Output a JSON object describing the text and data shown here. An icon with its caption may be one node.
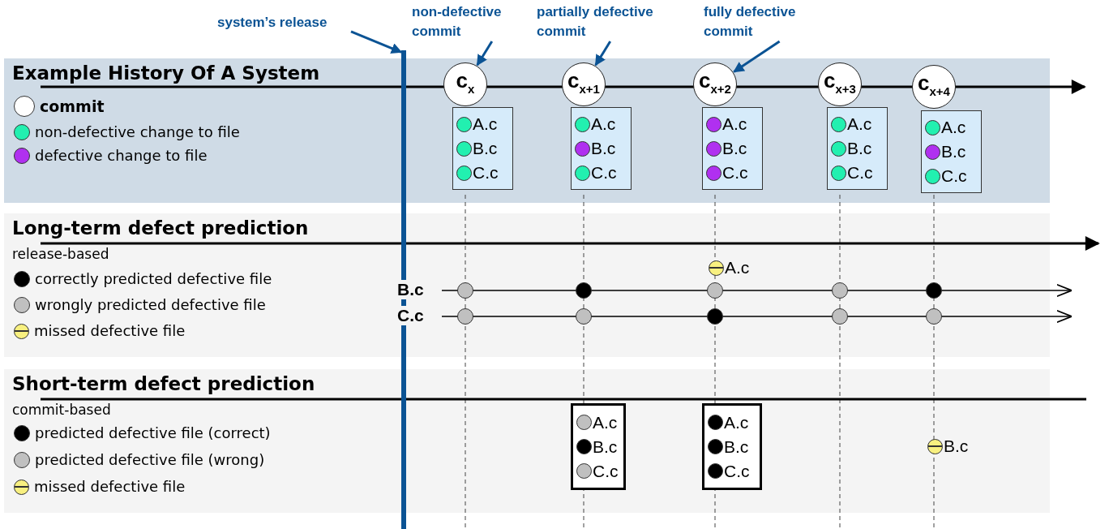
{
  "diagram": {
    "nodes": [
      {
        "text": [
          "Example History Of A System"
        ]
      },
      {
        "text": [
          "Long-term defect prediction",
          "release-based"
        ]
      },
      {
        "text": [
          "Short-term defect prediction",
          "commit-based"
        ]
      },
      {
        "text": [
          "system’s release"
        ]
      },
      {
        "text": [],
        "shape": "bar"
      },
      {
        "text": [
          "non-defective commit"
        ]
      },
      {
        "text": [
          "partially defective commit"
        ]
      },
      {
        "text": [
          "fully defective commit"
        ]
      },
      {
        "text": [
          "c$_{x}$"
        ],
        "in": 0
      },
      {
        "text": [
          "c$_{x+1}$"
        ],
        "in": 0
      },
      {
        "text": [
          "c$_{x+2}$"
        ],
        "in": 0
      },
      {
        "text": [
          "c$_{x+3}$"
        ],
        "in": 0
      },
      {
        "text": [
          "c$_{x+4}$"
        ],
        "in": 0
      },
      {
        "text": [
          "A.c",
          "B.c",
          "C.c"
        ],
        "in": 0
      },
      {
        "text": [
          "A.c",
          "B.c",
          "C.c"
        ],
        "in": 0
      },
      {
        "text": [
          "A.c",
          "B.c",
          "C.c"
        ],
        "in": 0
      },
      {
        "text": [
          "A.c",
          "B.c",
          "C.c"
        ],
        "in": 0
      },
      {
        "text": [
          "A.c",
          "B.c",
          "C.c"
        ],
        "in": 0
      },
      {
        "text": [
          "A.c",
          "B.c",
          "C.c"
        ],
        "in": 2
      },
      {
        "text": [
          "A.c",
          "B.c",
          "C.c"
        ],
        "in": 2
      }
    ],
    "edges": [
      {
        "from": 3,
        "to": 4,
        "arrow": "to"
      },
      {
        "from": 5,
        "to": 8,
        "arrow": "to"
      },
      {
        "from": 6,
        "to": 9,
        "arrow": "to"
      },
      {
        "from": 7,
        "to": 10,
        "arrow": "to"
      }
    ],
    "labels": [
      "A.c",
      "B.c",
      "C.c",
      "B.c"
    ],
    "legend": [
      {
        "text": "commit"
      },
      {
        "text": "non-defective change to file",
        "color": "#22f0b0"
      },
      {
        "text": "defective change to file",
        "color": "#b030f0"
      },
      {
        "text": "correctly predicted defective file",
        "color": "#000000"
      },
      {
        "text": "wrongly predicted defective file",
        "color": "#c0c0c0"
      },
      {
        "text": "missed defective file"
      },
      {
        "text": "predicted defective file (correct)",
        "color": "#000000"
      },
      {
        "text": "predicted defective file (wrong)",
        "color": "#c0c0c0"
      },
      {
        "text": "missed defective file"
      }
    ]
  }
}
